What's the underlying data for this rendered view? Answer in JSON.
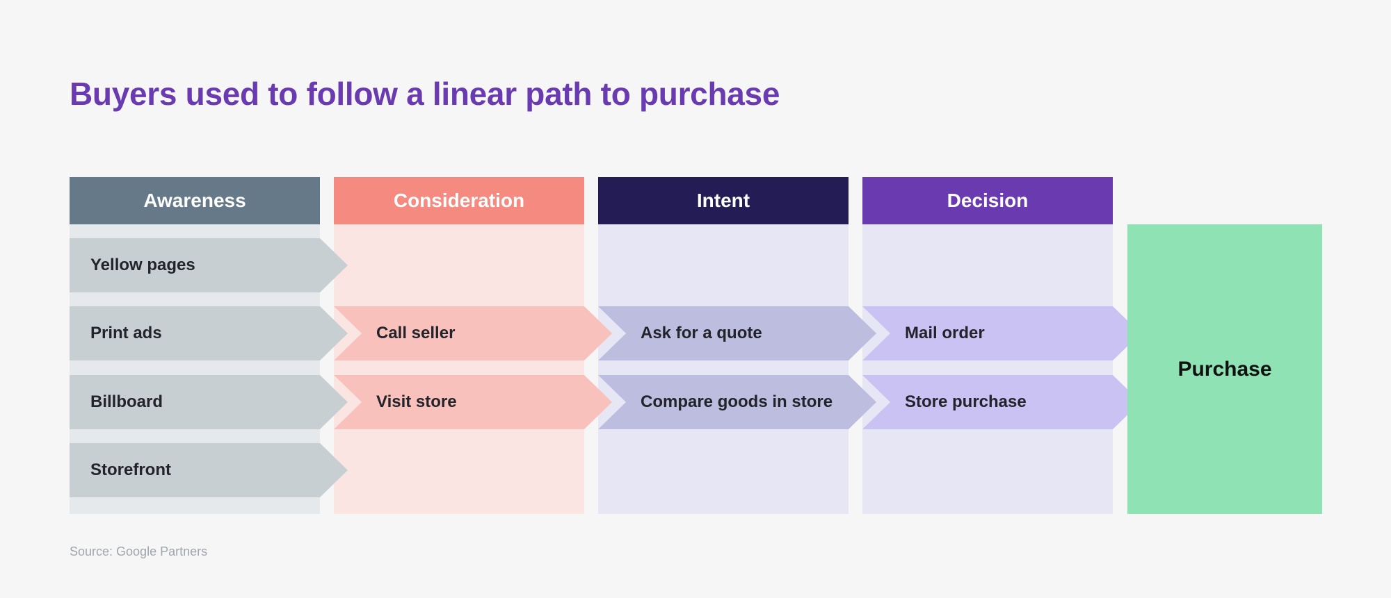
{
  "title": "Buyers used to follow a linear path to purchase",
  "source": "Source: Google Partners",
  "stages": [
    {
      "name": "Awareness",
      "header_color": "#667988",
      "body_color": "#e6e9ec",
      "chip_color": "#c7cfd2",
      "items": [
        "Yellow pages",
        "Print ads",
        "Billboard",
        "Storefront"
      ]
    },
    {
      "name": "Consideration",
      "header_color": "#f58b80",
      "body_color": "#fae5e3",
      "chip_color": "#f9c1bb",
      "items": [
        "Call seller",
        "Visit store"
      ]
    },
    {
      "name": "Intent",
      "header_color": "#241d55",
      "body_color": "#e6e6f5",
      "chip_color": "#bdbde0",
      "items": [
        "Ask for a quote",
        "Compare goods in store"
      ]
    },
    {
      "name": "Decision",
      "header_color": "#6a3bb0",
      "body_color": "#e6e6f5",
      "chip_color": "#c9c2f2",
      "items": [
        "Mail order",
        "Store purchase"
      ]
    }
  ],
  "outcome": {
    "label": "Purchase",
    "color": "#8ee2b3"
  }
}
